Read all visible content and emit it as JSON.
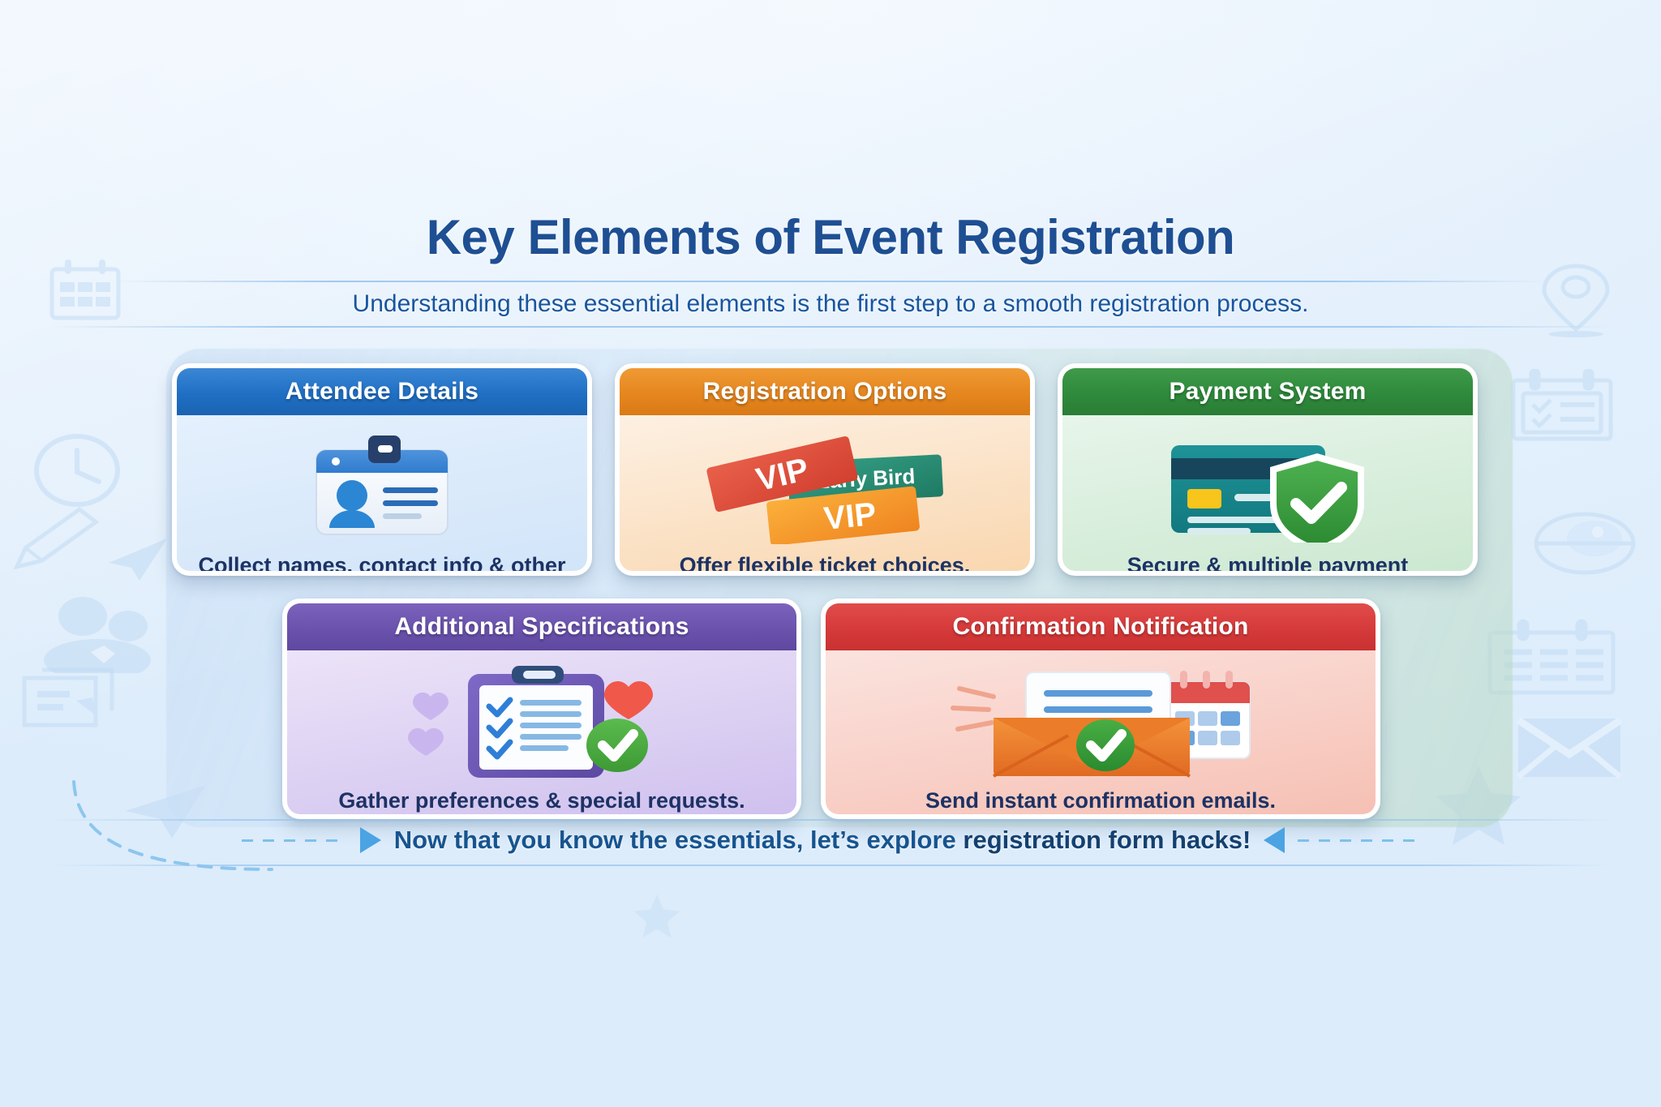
{
  "header": {
    "title": "Key Elements of Event Registration",
    "subtitle": "Understanding these essential elements is the first step to a smooth registration process."
  },
  "cards": [
    {
      "title": "Attendee Details",
      "description": "Collect names, contact info & other key details.",
      "icon": "id-badge-icon",
      "accent": "#1f6fc4",
      "body_bg": "#dcebfb"
    },
    {
      "title": "Registration Options",
      "description": "Offer flexible ticket choices.",
      "icon": "tickets-icon",
      "accent": "#e5861f",
      "body_bg": "#fae3c7",
      "tickets": [
        {
          "label": "VIP",
          "color": "#e2553c"
        },
        {
          "label": "Early Bird",
          "color": "#2a8a71"
        },
        {
          "label": "VIP",
          "color": "#f0972a"
        }
      ]
    },
    {
      "title": "Payment System",
      "description": "Secure & multiple payment gateways.",
      "icon": "credit-card-shield-icon",
      "accent": "#2f8a3c",
      "body_bg": "#d5ecd9"
    },
    {
      "title": "Additional Specifications",
      "description": "Gather preferences & special requests.",
      "icon": "clipboard-checklist-icon",
      "accent": "#6a52ad",
      "body_bg": "#dbcef2"
    },
    {
      "title": "Confirmation Notification",
      "description": "Send instant confirmation emails.",
      "icon": "envelope-calendar-icon",
      "accent": "#d63a3a",
      "body_bg": "#f8cfc3"
    }
  ],
  "footer": {
    "text_before": "Now that you know the essentials, let’s explore ",
    "text_bold": "registration form hacks!",
    "arrow_right": "play-triangle-right-icon",
    "arrow_left": "play-triangle-left-icon"
  },
  "background_watermarks": [
    "calendar-icon",
    "clock-icon",
    "pencil-icon",
    "users-icon",
    "document-icon",
    "paper-plane-icon",
    "location-pin-icon",
    "clipboard-icon",
    "globe-icon",
    "calendar-icon",
    "envelope-icon",
    "star-icon"
  ],
  "colors": {
    "page_bg": "#e4f0fc",
    "title": "#1e4f93",
    "subtitle": "#18559e",
    "footer": "#17548f"
  }
}
